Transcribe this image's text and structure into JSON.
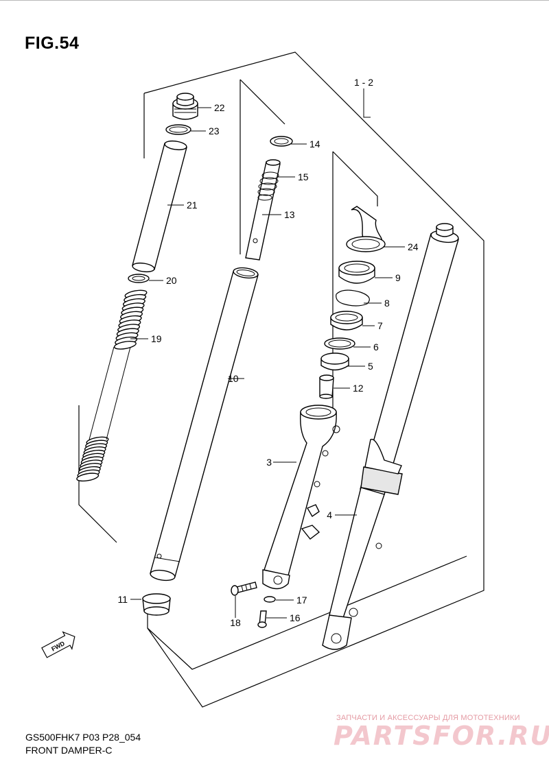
{
  "figure": {
    "title": "FIG.54",
    "model_code": "GS500FHK7  P03  P28_054",
    "caption": "FRONT DAMPER-C",
    "fwd_badge": "FWD"
  },
  "watermark": {
    "line1": "ЗАПЧАСТИ И АКСЕССУАРЫ ДЛЯ МОТОТЕХНИКИ",
    "line2": "PARTSFOR.RU"
  },
  "parts": [
    {
      "id": "p1-2",
      "label": "1 - 2"
    },
    {
      "id": "p3",
      "label": "3"
    },
    {
      "id": "p4",
      "label": "4"
    },
    {
      "id": "p5",
      "label": "5"
    },
    {
      "id": "p6",
      "label": "6"
    },
    {
      "id": "p7",
      "label": "7"
    },
    {
      "id": "p8",
      "label": "8"
    },
    {
      "id": "p9",
      "label": "9"
    },
    {
      "id": "p10",
      "label": "10"
    },
    {
      "id": "p11",
      "label": "11"
    },
    {
      "id": "p12",
      "label": "12"
    },
    {
      "id": "p13",
      "label": "13"
    },
    {
      "id": "p14",
      "label": "14"
    },
    {
      "id": "p15",
      "label": "15"
    },
    {
      "id": "p16",
      "label": "16"
    },
    {
      "id": "p17",
      "label": "17"
    },
    {
      "id": "p18",
      "label": "18"
    },
    {
      "id": "p19",
      "label": "19"
    },
    {
      "id": "p20",
      "label": "20"
    },
    {
      "id": "p21",
      "label": "21"
    },
    {
      "id": "p22",
      "label": "22"
    },
    {
      "id": "p23",
      "label": "23"
    },
    {
      "id": "p24",
      "label": "24"
    }
  ]
}
